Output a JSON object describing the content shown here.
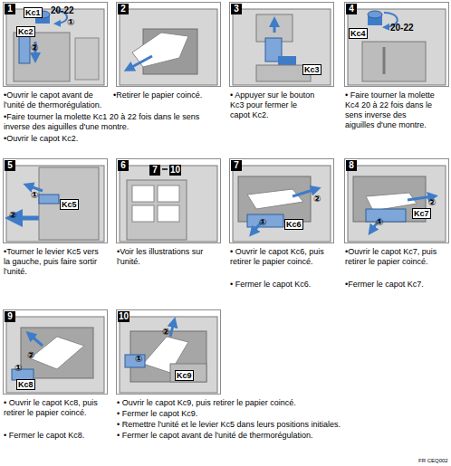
{
  "diagram": {
    "nodes": [
      {
        "text": [
          "1",
          "Kc1",
          "20-22",
          "①",
          "Kc2",
          "②",
          "•Ouvrir le capot avant de l'unité de thermorégulation.",
          "•Faire tourner la molette Kc1 20 à 22 fois dans le sens inverse des aiguilles d'une montre.",
          "•Ouvrir le capot Kc2."
        ]
      },
      {
        "text": [
          "2",
          "•Retirer le papier coincé."
        ]
      },
      {
        "text": [
          "3",
          "Kc3",
          "• Appuyer sur le bouton Kc3 pour fermer le capot Kc2."
        ]
      },
      {
        "text": [
          "4",
          "Kc4",
          "20-22",
          "• Faire tourner la molette Kc4 20 à 22 fois dans le sens inverse des aiguilles d'une montre."
        ]
      },
      {
        "text": [
          "5",
          "①",
          "②",
          "Kc5",
          "•Tourner le levier Kc5 vers la gauche, puis faire sortir l'unité."
        ]
      },
      {
        "text": [
          "6",
          "7",
          "10",
          "•Voir les illustrations sur l'unité."
        ]
      },
      {
        "text": [
          "7",
          "②",
          "①",
          "Kc6",
          "• Ouvrir le capot Kc6, puis retirer le papier coincé.",
          "• Fermer le capot Kc6."
        ]
      },
      {
        "text": [
          "8",
          "②",
          "①",
          "Kc7",
          "•Ouvrir le capot Kc7, puis retirer le papier coincé.",
          "•Fermer le capot Kc7."
        ]
      },
      {
        "text": [
          "9",
          "②",
          "①",
          "Kc8",
          "• Ouvrir le capot Kc8, puis retirer le papier coincé.",
          "• Fermer le capot Kc8."
        ]
      },
      {
        "text": [
          "10",
          "②",
          "①",
          "Kc9",
          "• Ouvrir le capot Kc9, puis retirer le papier coincé.",
          "• Fermer le capot Kc9.",
          "• Remettre l'unité et le levier Kc5 dans leurs positions initiales.",
          "• Fermer le capot avant de l'unité de thermorégulation."
        ]
      }
    ],
    "labels": [
      "FR CEQ002"
    ]
  }
}
